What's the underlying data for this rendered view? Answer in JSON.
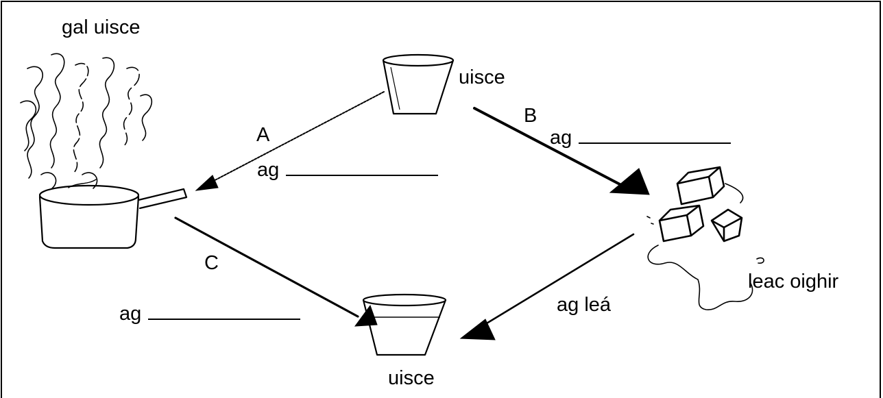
{
  "diagram": {
    "states": {
      "steam": "gal uisce",
      "water_top": "uisce",
      "ice": "leac oighir",
      "water_bottom": "uisce"
    },
    "arrows": {
      "a": {
        "letter": "A",
        "prefix": "ag"
      },
      "b": {
        "letter": "B",
        "prefix": "ag"
      },
      "c": {
        "letter": "C",
        "prefix": "ag"
      },
      "melt": {
        "text": "ag leá"
      }
    }
  }
}
